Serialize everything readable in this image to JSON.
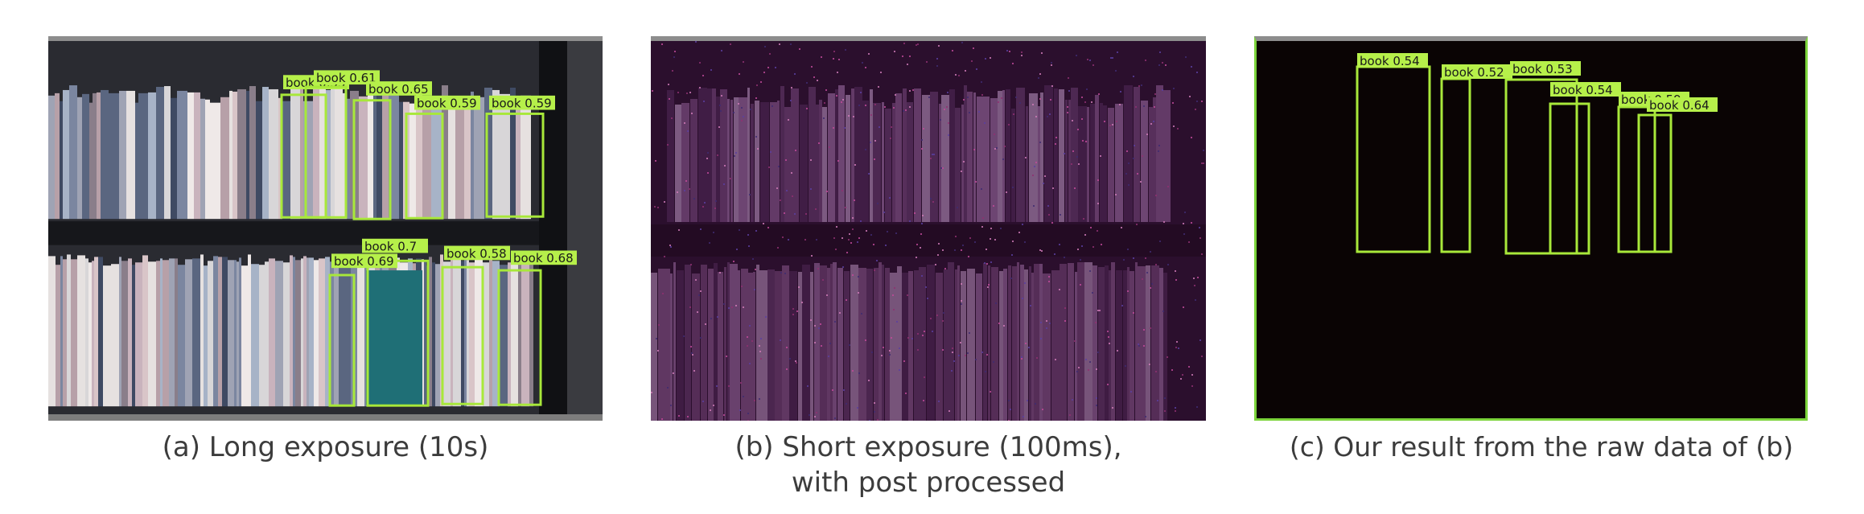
{
  "figure": {
    "panels": [
      {
        "id": "a",
        "caption": "(a) Long exposure (10s)",
        "detections": [
          {
            "label": "book 0.55"
          },
          {
            "label": "book 0.61"
          },
          {
            "label": "book 0.65"
          },
          {
            "label": "book 0.59"
          },
          {
            "label": "book 0.59"
          },
          {
            "label": "book 0.7"
          },
          {
            "label": "book 0.69"
          },
          {
            "label": "book 0.58"
          },
          {
            "label": "book 0.68"
          }
        ]
      },
      {
        "id": "b",
        "caption_line1": "(b) Short exposure (100ms),",
        "caption_line2": "with post processed"
      },
      {
        "id": "c",
        "caption": "(c) Our result from the raw data of (b)",
        "detections": [
          {
            "label": "book 0.54"
          },
          {
            "label": "book 0.52"
          },
          {
            "label": "book 0.53"
          },
          {
            "label": "book 0.54"
          },
          {
            "label": "book 0.59"
          },
          {
            "label": "book 0.64"
          }
        ]
      }
    ],
    "colors": {
      "detection_box": "#a8e83a",
      "label_bg": "#b6f04a",
      "caption_text": "#3c3c3c"
    }
  }
}
